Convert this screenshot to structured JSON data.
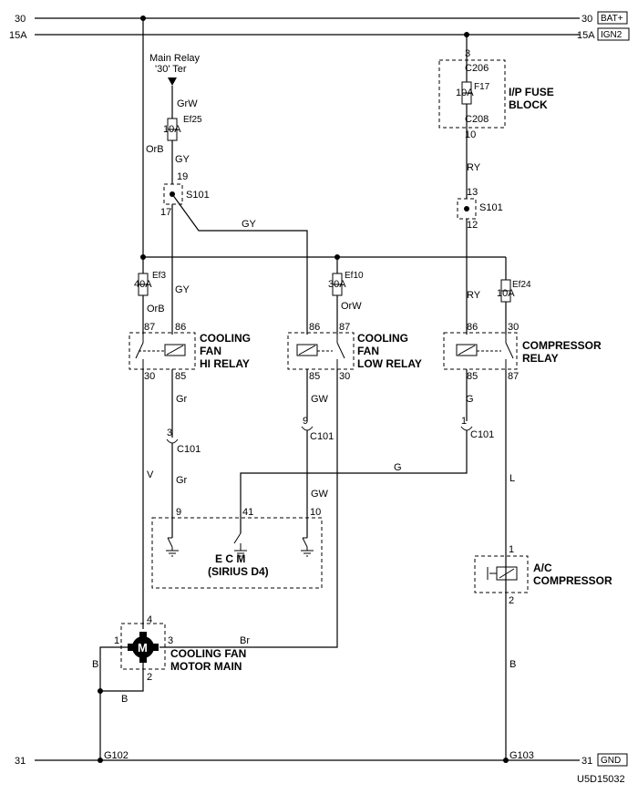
{
  "rails": {
    "bat_left": "30",
    "bat_right": "30",
    "bat_tag": "BAT+",
    "ign_left": "15A",
    "ign_right": "15A",
    "ign_tag": "IGN2",
    "gnd_left": "31",
    "gnd_right": "31",
    "gnd_tag": "GND"
  },
  "main_relay": {
    "line1": "Main Relay",
    "line2": "'30' Ter"
  },
  "fuses": {
    "ef25": {
      "name": "Ef25",
      "rating": "10A"
    },
    "ef3": {
      "name": "Ef3",
      "rating": "40A"
    },
    "ef10": {
      "name": "Ef10",
      "rating": "30A"
    },
    "ef24": {
      "name": "Ef24",
      "rating": "10A"
    },
    "f17": {
      "name": "F17",
      "rating": "10A"
    }
  },
  "ip_fuse_block": {
    "line1": "I/P FUSE",
    "line2": "BLOCK",
    "c206": "C206",
    "c208": "C208",
    "pin_in": "3",
    "pin_out": "10"
  },
  "splices": {
    "left": {
      "name": "S101",
      "pin_top": "19",
      "pin_bottom": "17"
    },
    "right": {
      "name": "S101",
      "pin_top": "13",
      "pin_bottom": "12"
    }
  },
  "relays": {
    "hi": {
      "line1": "COOLING",
      "line2": "FAN",
      "line3": "HI RELAY",
      "p87": "87",
      "p86": "86",
      "p30": "30",
      "p85": "85"
    },
    "low": {
      "line1": "COOLING",
      "line2": "FAN",
      "line3": "LOW RELAY",
      "p86": "86",
      "p87": "87",
      "p85": "85",
      "p30": "30"
    },
    "comp": {
      "line1": "COMPRESSOR",
      "line2": "RELAY",
      "p86": "86",
      "p30": "30",
      "p85": "85",
      "p87": "87"
    }
  },
  "connectors": {
    "c101_left": {
      "name": "C101",
      "pin": "3"
    },
    "c101_mid": {
      "name": "C101",
      "pin": "9"
    },
    "c101_right": {
      "name": "C101",
      "pin": "1"
    }
  },
  "wires": {
    "grw": "GrW",
    "orb_top": "OrB",
    "gy_top": "GY",
    "gy_cross": "GY",
    "gy_hi": "GY",
    "orb_ef3": "OrB",
    "orw": "OrW",
    "ry_top": "RY",
    "ry_mid": "RY",
    "gr_top": "Gr",
    "gr_bottom": "Gr",
    "v": "V",
    "gw_top": "GW",
    "gw_bottom": "GW",
    "g_top": "G",
    "g_cross": "G",
    "l": "L",
    "br": "Br",
    "b_motor_left": "B",
    "b_motor_bottom": "B",
    "b_comp": "B"
  },
  "ecm": {
    "line1": "E   C   M",
    "line2": "(SIRIUS D4)",
    "pin_9": "9",
    "pin_41": "41",
    "pin_10": "10"
  },
  "motor": {
    "symbol": "M",
    "line1": "COOLING FAN",
    "line2": "MOTOR MAIN",
    "pin_1": "1",
    "pin_2": "2",
    "pin_3": "3",
    "pin_4": "4"
  },
  "compressor": {
    "line1": "A/C",
    "line2": "COMPRESSOR",
    "pin_1": "1",
    "pin_2": "2"
  },
  "grounds": {
    "g102": "G102",
    "g103": "G103"
  },
  "figure_code": "U5D15032"
}
